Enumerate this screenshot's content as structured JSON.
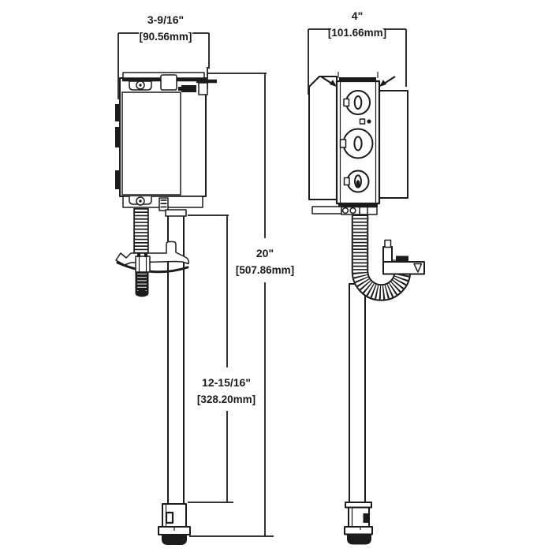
{
  "colors": {
    "line": "#1b1b1b",
    "background": "#ffffff"
  },
  "dimensions": {
    "side_width": {
      "inches": "3-9/16\"",
      "metric": "[90.56mm]"
    },
    "front_width": {
      "inches": "4\"",
      "metric": "[101.66mm]"
    },
    "overall_height": {
      "inches": "20\"",
      "metric": "[507.86mm]"
    },
    "lower_tube": {
      "inches": "12-15/16\"",
      "metric": "[328.20mm]"
    }
  }
}
